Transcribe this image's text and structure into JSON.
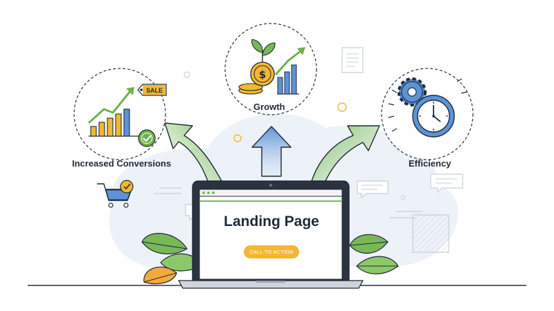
{
  "labels": {
    "conversions": "Increased Conversions",
    "growth": "Growth",
    "efficiency": "Efficiency"
  },
  "sale_tag": "SALE",
  "laptop": {
    "screen_title": "Landing Page",
    "cta_label": "CALL TO ACTION"
  },
  "icons": [
    "bar-chart-icon",
    "sale-tag-icon",
    "check-badge-icon",
    "coin-sprout-icon",
    "gear-icon",
    "clock-icon",
    "shopping-cart-icon",
    "laptop-icon",
    "document-icon",
    "chat-bubble-icon",
    "leaf-icon"
  ],
  "colors": {
    "arrow_green": "#7dbf5e",
    "arrow_blue": "#5b93d6",
    "accent_yellow": "#f4b731",
    "outline_dark": "#1f2937",
    "blob_bg": "#edf1f8",
    "leaf_green": "#79b857",
    "leaf_orange": "#f6a93b"
  }
}
